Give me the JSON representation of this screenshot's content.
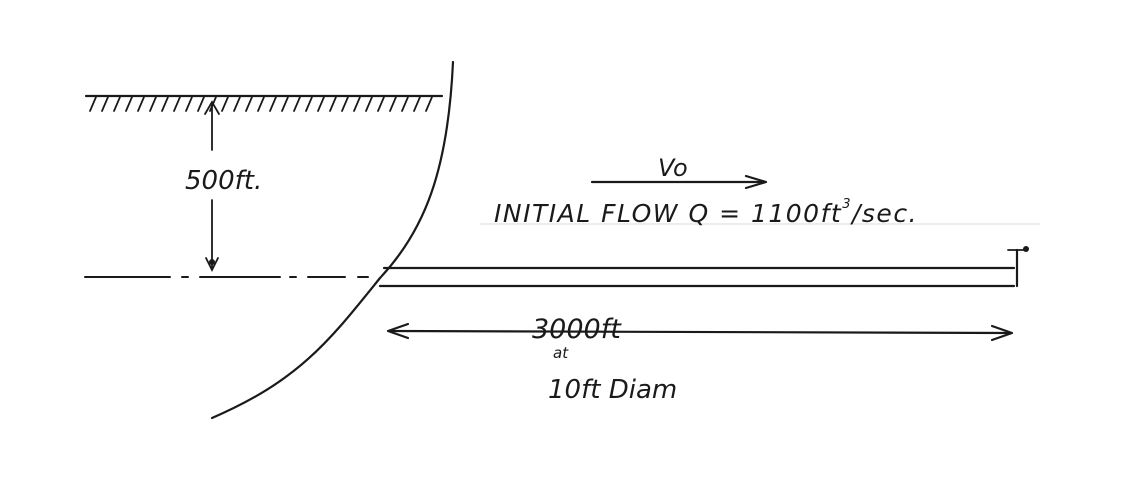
{
  "labels": {
    "depth": "500ft.",
    "velocity": "Vo",
    "flow_prefix": "INITIAL FLOW Q = 1100ft",
    "flow_exp": "3",
    "flow_suffix": "/sec.",
    "length": "3000ft",
    "at": "at",
    "diameter": "10ft Diam"
  },
  "colors": {
    "ink": "#1a1a1a",
    "paper": "#ffffff"
  }
}
